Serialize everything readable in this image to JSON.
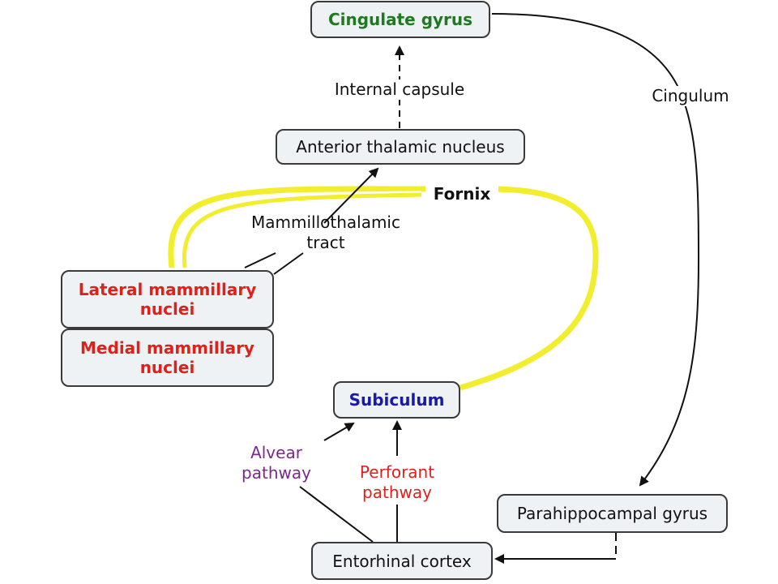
{
  "nodes": {
    "cingulate_gyrus": "Cingulate gyrus",
    "anterior_thalamic_nucleus": "Anterior thalamic nucleus",
    "lateral_mammillary_l1": "Lateral mammillary",
    "lateral_mammillary_l2": "nuclei",
    "medial_mammillary_l1": "Medial mammillary",
    "medial_mammillary_l2": "nuclei",
    "subiculum": "Subiculum",
    "parahippocampal_gyrus": "Parahippocampal gyrus",
    "entorhinal_cortex": "Entorhinal cortex"
  },
  "labels": {
    "internal_capsule": "Internal capsule",
    "cingulum": "Cingulum",
    "fornix": "Fornix",
    "mammillothalamic_l1": "Mammillothalamic",
    "mammillothalamic_l2": "tract",
    "alvear_l1": "Alvear",
    "alvear_l2": "pathway",
    "perforant_l1": "Perforant",
    "perforant_l2": "pathway"
  },
  "colors": {
    "cingulate_gyrus": "#1f7a1f",
    "mammillary": "#e0201b",
    "subiculum": "#1a1aa8",
    "alvear": "#7a2a8a",
    "perforant": "#e0201b",
    "fornix_line": "#f2ee2e",
    "node_fill": "#eef2f5"
  }
}
